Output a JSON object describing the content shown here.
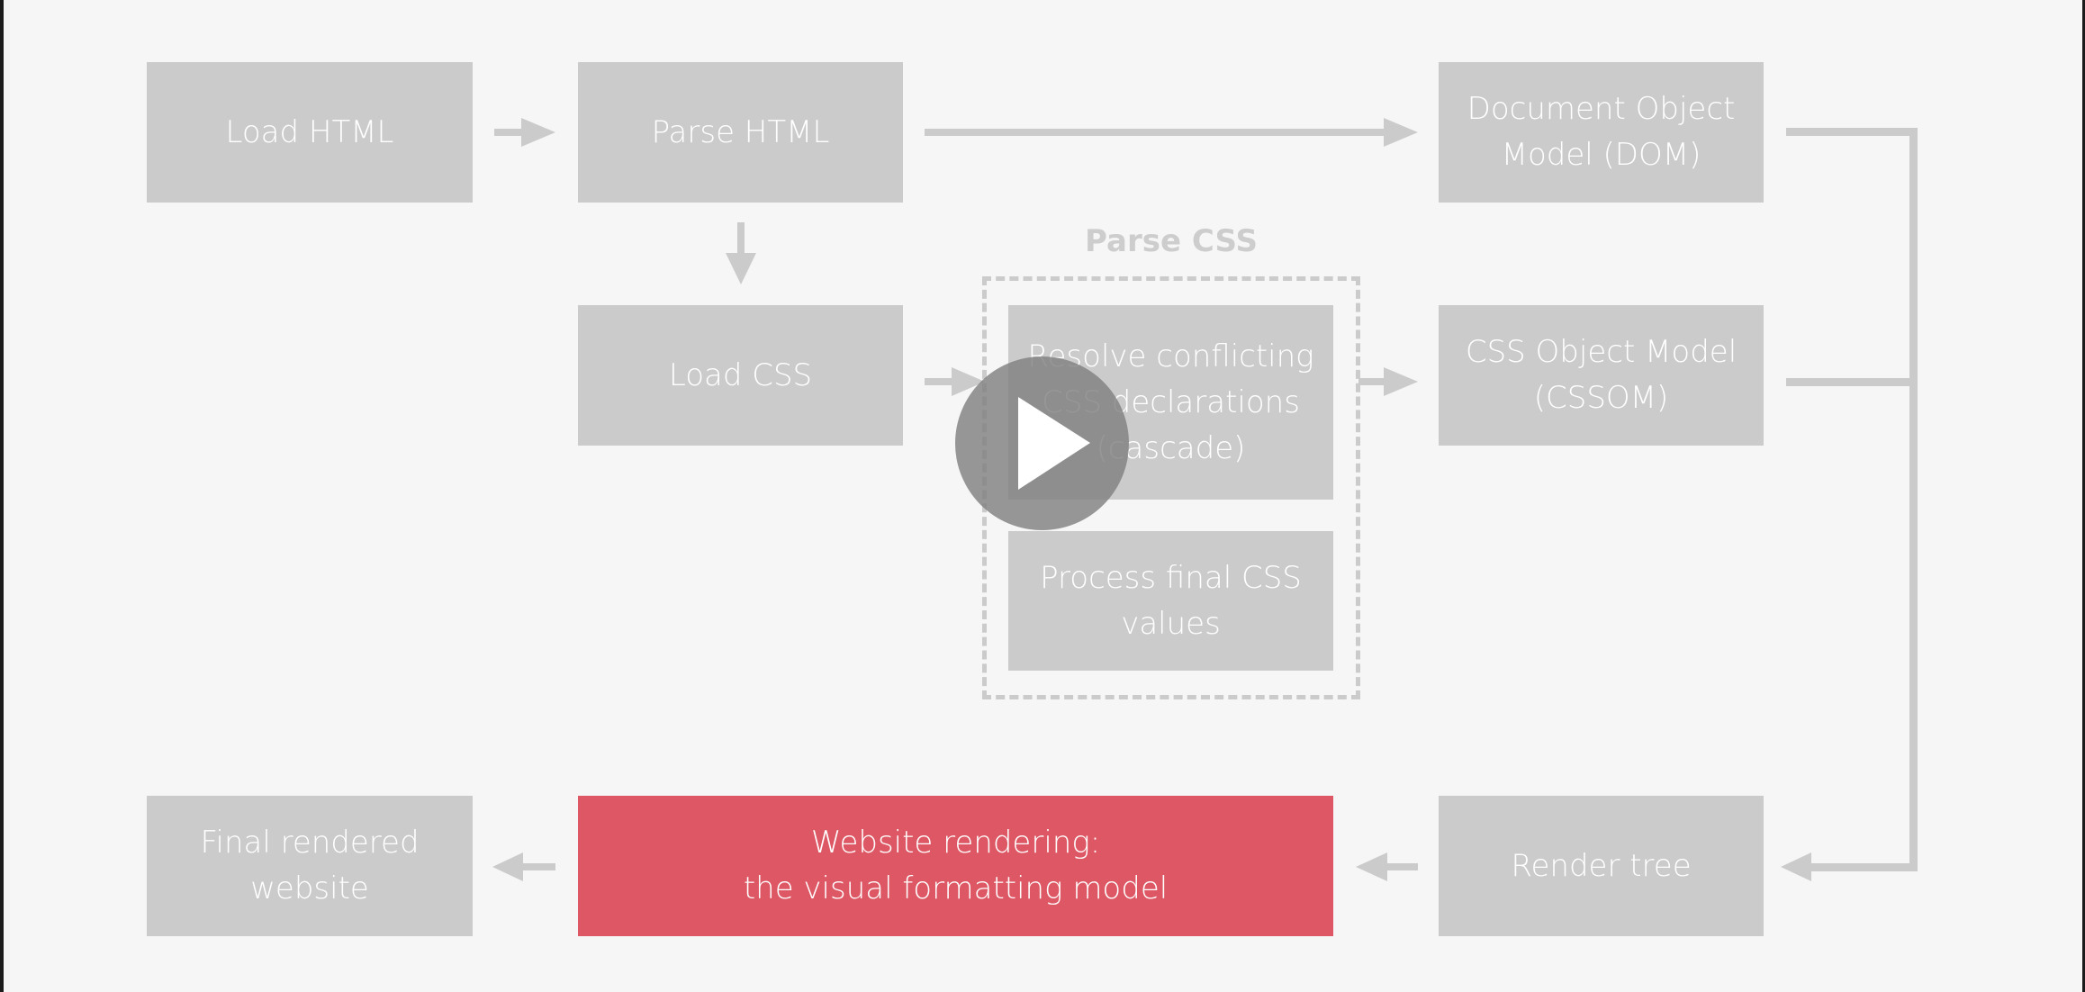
{
  "diagram": {
    "boxes": {
      "load_html": "Load HTML",
      "parse_html": "Parse HTML",
      "dom": "Document Object\nModel (DOM)",
      "load_css": "Load CSS",
      "resolve_css": "Resolve conflicting\nCSS declarations\n(cascade)",
      "process_css": "Process final CSS\nvalues",
      "cssom": "CSS Object Model\n(CSSOM)",
      "final_website": "Final rendered\nwebsite",
      "website_rendering": "Website rendering:\nthe visual formatting model",
      "render_tree": "Render tree"
    },
    "group_label": "Parse CSS"
  },
  "player": {
    "play_icon": "play-icon"
  },
  "colors": {
    "background": "#f6f6f6",
    "box": "#cbcbcb",
    "accent": "#dd5864",
    "connector": "#cbcbcb",
    "play_overlay": "#808080"
  }
}
